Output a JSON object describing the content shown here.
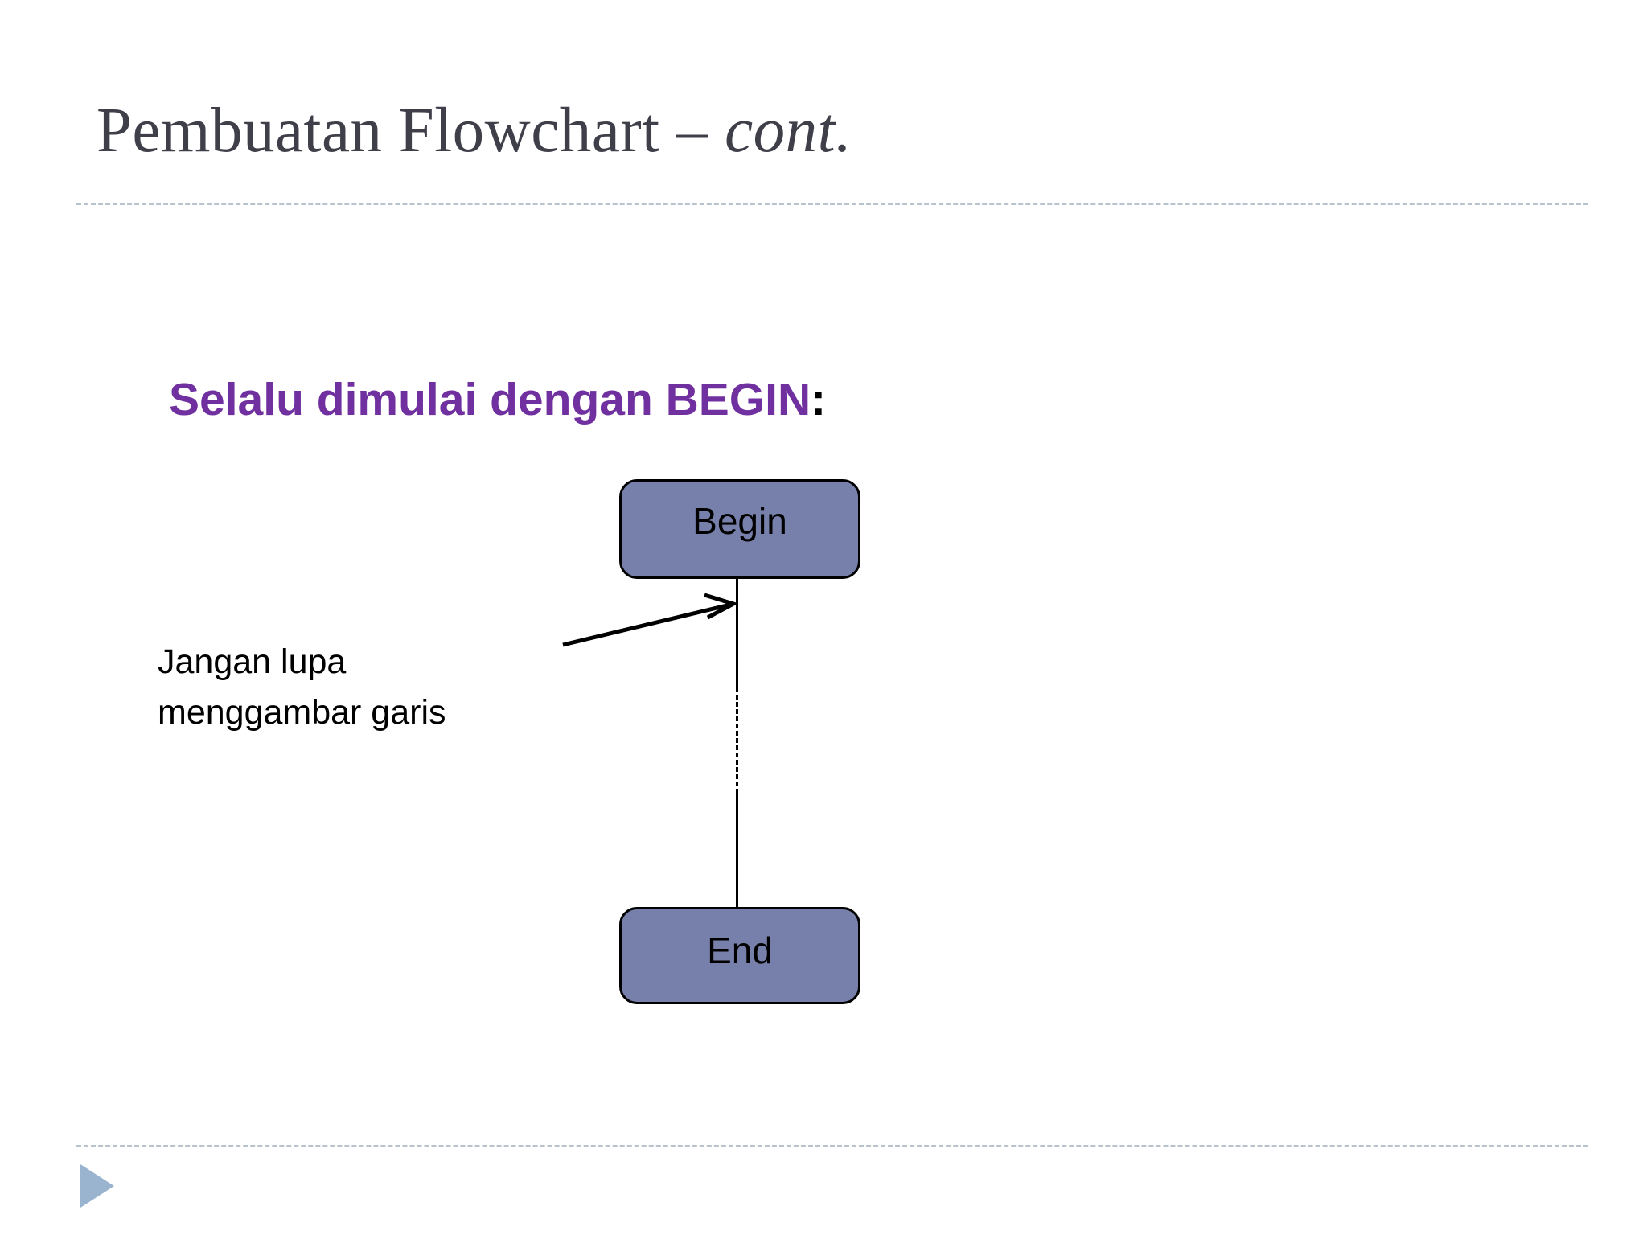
{
  "slide": {
    "background_color": "#ffffff",
    "title": {
      "main": "Pembuatan Flowchart – ",
      "cont": "cont."
    },
    "divider_color": "#b9c2cf",
    "subtitle": {
      "text": "Selalu dimulai dengan BEGIN",
      "colon": ":",
      "color": "#7030a0",
      "colon_color": "#000000"
    },
    "note": {
      "line1": "Jangan lupa",
      "line2": "menggambar garis"
    },
    "flowchart": {
      "box_fill": "#777fab",
      "box_border": "#000000",
      "connector_color": "#000000",
      "nodes": [
        {
          "id": "begin",
          "label": "Begin"
        },
        {
          "id": "end",
          "label": "End"
        }
      ]
    },
    "footer": {
      "triangle_color": "#9ab4d0"
    }
  }
}
